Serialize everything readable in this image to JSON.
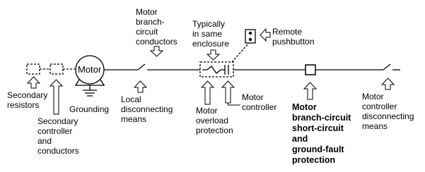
{
  "labels": {
    "motor": "Motor",
    "branch_conductors": "Motor\nbranch-\ncircuit\nconductors",
    "same_enclosure": "Typically\nin same\nenclosure",
    "remote_pushbutton": "Remote\npushbutton",
    "secondary_resistors": "Secondary\nresistors",
    "secondary_controller": "Secondary\ncontroller\nand\nconductors",
    "grounding": "Grounding",
    "local_disconnect": "Local\ndisconnecting\nmeans",
    "overload": "Motor\noverload\nprotection",
    "motor_controller": "Motor\ncontroller",
    "short_circuit": "Motor\nbranch-circuit\nshort-circuit\nand\nground-fault\nprotection",
    "controller_disconnect": "Motor\ncontroller\ndisconnecting\nmeans"
  }
}
